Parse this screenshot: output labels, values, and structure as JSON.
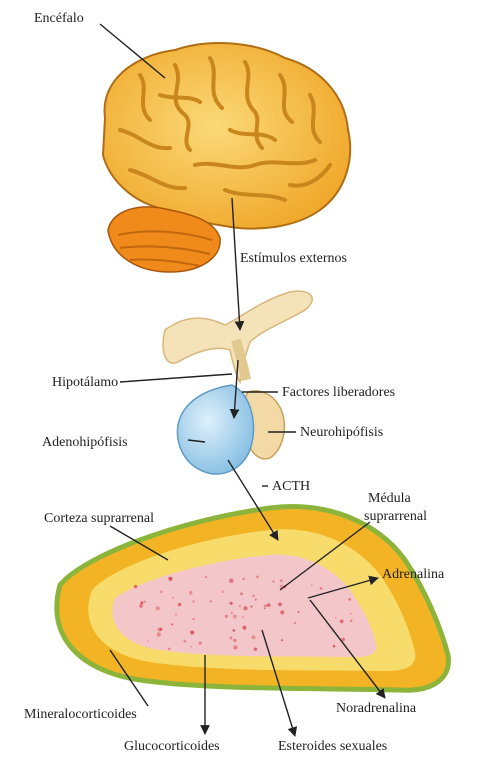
{
  "labels": {
    "encefalo": "Encéfalo",
    "estimulos": "Estímulos externos",
    "hipotalamo": "Hipotálamo",
    "factores": "Factores liberadores",
    "adenohipofisis": "Adenohipófisis",
    "neurohipofisis": "Neurohipófisis",
    "acth": "ACTH",
    "corteza": "Corteza suprarrenal",
    "medula_1": "Médula",
    "medula_2": "suprarrenal",
    "adrenalina": "Adrenalina",
    "mineralocorticoides": "Mineralocorticoides",
    "noradrenalina": "Noradrenalina",
    "glucocorticoides": "Glucocorticoides",
    "esteroides": "Esteroides sexuales"
  },
  "colors": {
    "brain": "#f6c34a",
    "brain_fold": "#c9861c",
    "cerebellum": "#f08a1a",
    "hypothalamus": "#f4e3b8",
    "adenohypophysis": "#a9d4ee",
    "neurohypophysis": "#f2d9a6",
    "adrenal_rim": "#8cb43a",
    "cortex_outer": "#f2b424",
    "cortex_inner": "#f7dc6c",
    "medulla": "#f3c7c9",
    "medulla_dots": "#d8434f"
  }
}
